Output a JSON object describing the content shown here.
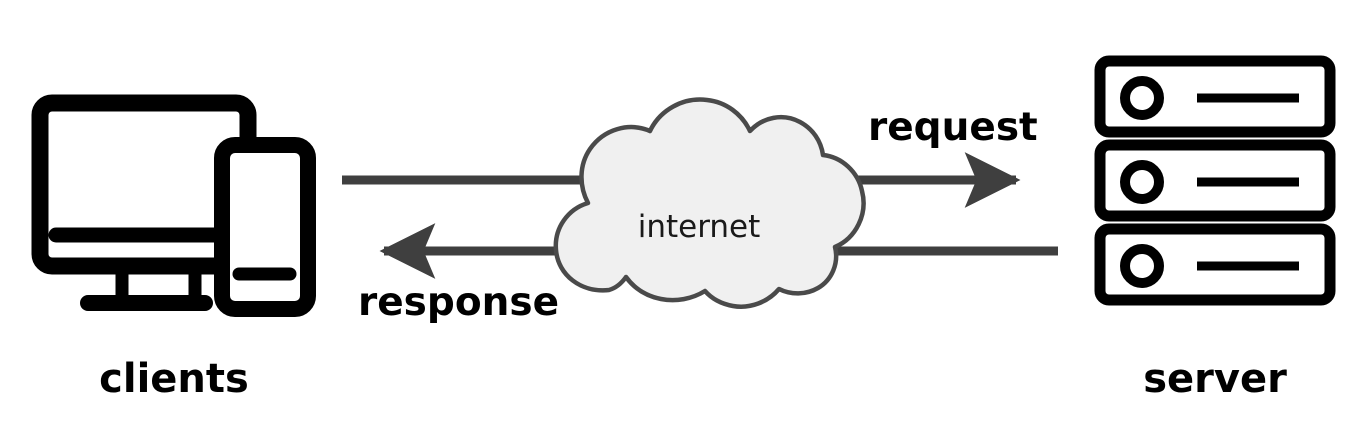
{
  "diagram": {
    "title": "client-server request response over internet",
    "background_color": "#ffffff",
    "nodes": {
      "clients": {
        "caption": "clients",
        "icon_name": "desktop-and-mobile-icon",
        "caption_color": "#000000",
        "icon_color": "#000000"
      },
      "internet": {
        "caption": "internet",
        "icon_name": "cloud-icon",
        "fill_color": "#f0f0f0",
        "stroke_color": "#4a4a4a",
        "caption_color": "#1a1a1a"
      },
      "server": {
        "caption": "server",
        "icon_name": "server-rack-icon",
        "caption_color": "#000000",
        "icon_color": "#000000",
        "rack_units": 3
      }
    },
    "flows": [
      {
        "id": "request",
        "label": "request",
        "direction": "clients-to-server",
        "color": "#3f3f3f",
        "label_color": "#000000"
      },
      {
        "id": "response",
        "label": "response",
        "direction": "server-to-clients",
        "color": "#3f3f3f",
        "label_color": "#000000"
      }
    ]
  }
}
